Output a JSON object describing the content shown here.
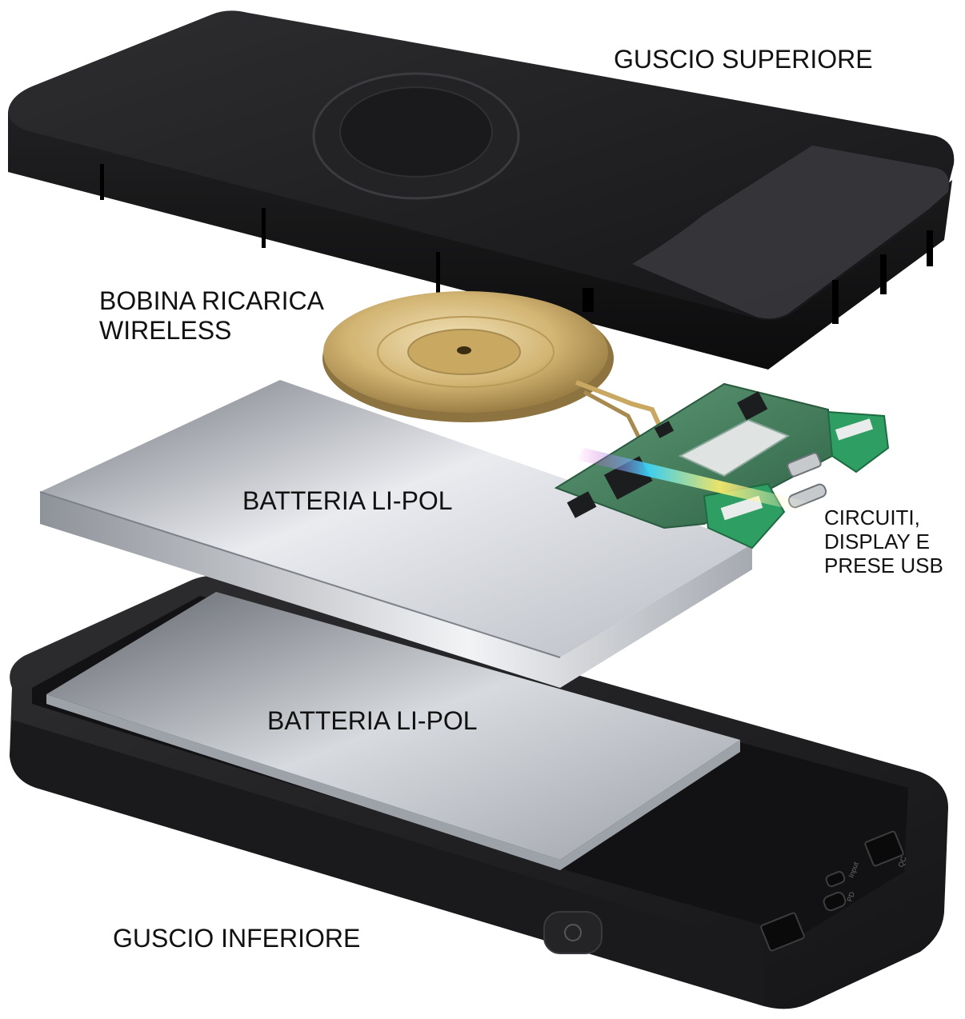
{
  "labels": {
    "top_shell": "GUSCIO SUPERIORE",
    "coil_line1": "BOBINA RICARICA",
    "coil_line2": "WIRELESS",
    "battery_upper": "BATTERIA LI-POL",
    "battery_lower": "BATTERIA LI-POL",
    "circuit_line1": "CIRCUITI,",
    "circuit_line2": "DISPLAY E",
    "circuit_line3": "PRESE USB",
    "bottom_shell": "GUSCIO INFERIORE"
  },
  "device_markings": {
    "port_input": "Input",
    "port_pd": "PD",
    "port_qc": "QC"
  },
  "colors": {
    "shell": "#1c1c1e",
    "shell_edge": "#2c2c2e",
    "battery": "#c9ccd2",
    "coil": "#d4b676",
    "pcb": "#3f7a5a",
    "usb": "#2f9e63"
  }
}
